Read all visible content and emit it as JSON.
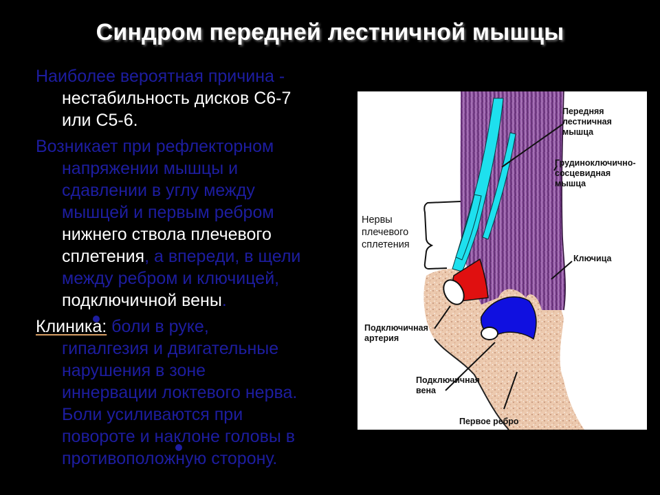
{
  "title": "Синдром передней лестничной мышцы",
  "paragraph1": {
    "line1": "Наиболее вероятная причина -",
    "line2": "нестабильность дисков С6-7",
    "line3": "или С5-6."
  },
  "paragraph2": {
    "line1": "Возникает при рефлекторном",
    "line2": "напряжении мышцы и",
    "line3": "сдавлении в углу между",
    "line4": "мышцей и первым ребром",
    "line5": "нижнего ствола плечевого",
    "line6_white": "сплетения",
    "line6_blue": ", а впереди, в щели",
    "line7": "между ребром и ключицей,",
    "line8_white": "подключичной вены",
    "line8_blue": "."
  },
  "paragraph3": {
    "label": "Клиника:",
    "line1": " боли в руке,",
    "line2": "гипалгезия и двигательные",
    "line3": "нарушения в зоне",
    "line4": "иннервации локтевого нерва.",
    "line5": "Боли усиливаются при",
    "line6": "повороте и наклоне головы в",
    "line7": "противоположную сторону."
  },
  "figure": {
    "labels": {
      "anterior_scalene_1": "Передняя",
      "anterior_scalene_2": "лестничная",
      "anterior_scalene_3": "мышца",
      "scm_1": "Грудиноключично-",
      "scm_2": "сосцевидная",
      "scm_3": "мышца",
      "plexus_1": "Нервы",
      "plexus_2": "плечевого",
      "plexus_3": "сплетения",
      "clavicle": "Ключица",
      "artery_1": "Подключичная",
      "artery_2": "артерия",
      "vein_1": "Подключичная",
      "vein_2": "вена",
      "first_rib": "Первое ребро"
    }
  },
  "colors": {
    "background": "#000000",
    "title": "#ffffff",
    "text_blue": "#1d1da0",
    "text_white": "#ffffff",
    "muscle": "#7a3e8c",
    "nerve": "#1ee0ee",
    "artery": "#e01010",
    "vein": "#1010e0",
    "bone": "#e8c4a8"
  }
}
